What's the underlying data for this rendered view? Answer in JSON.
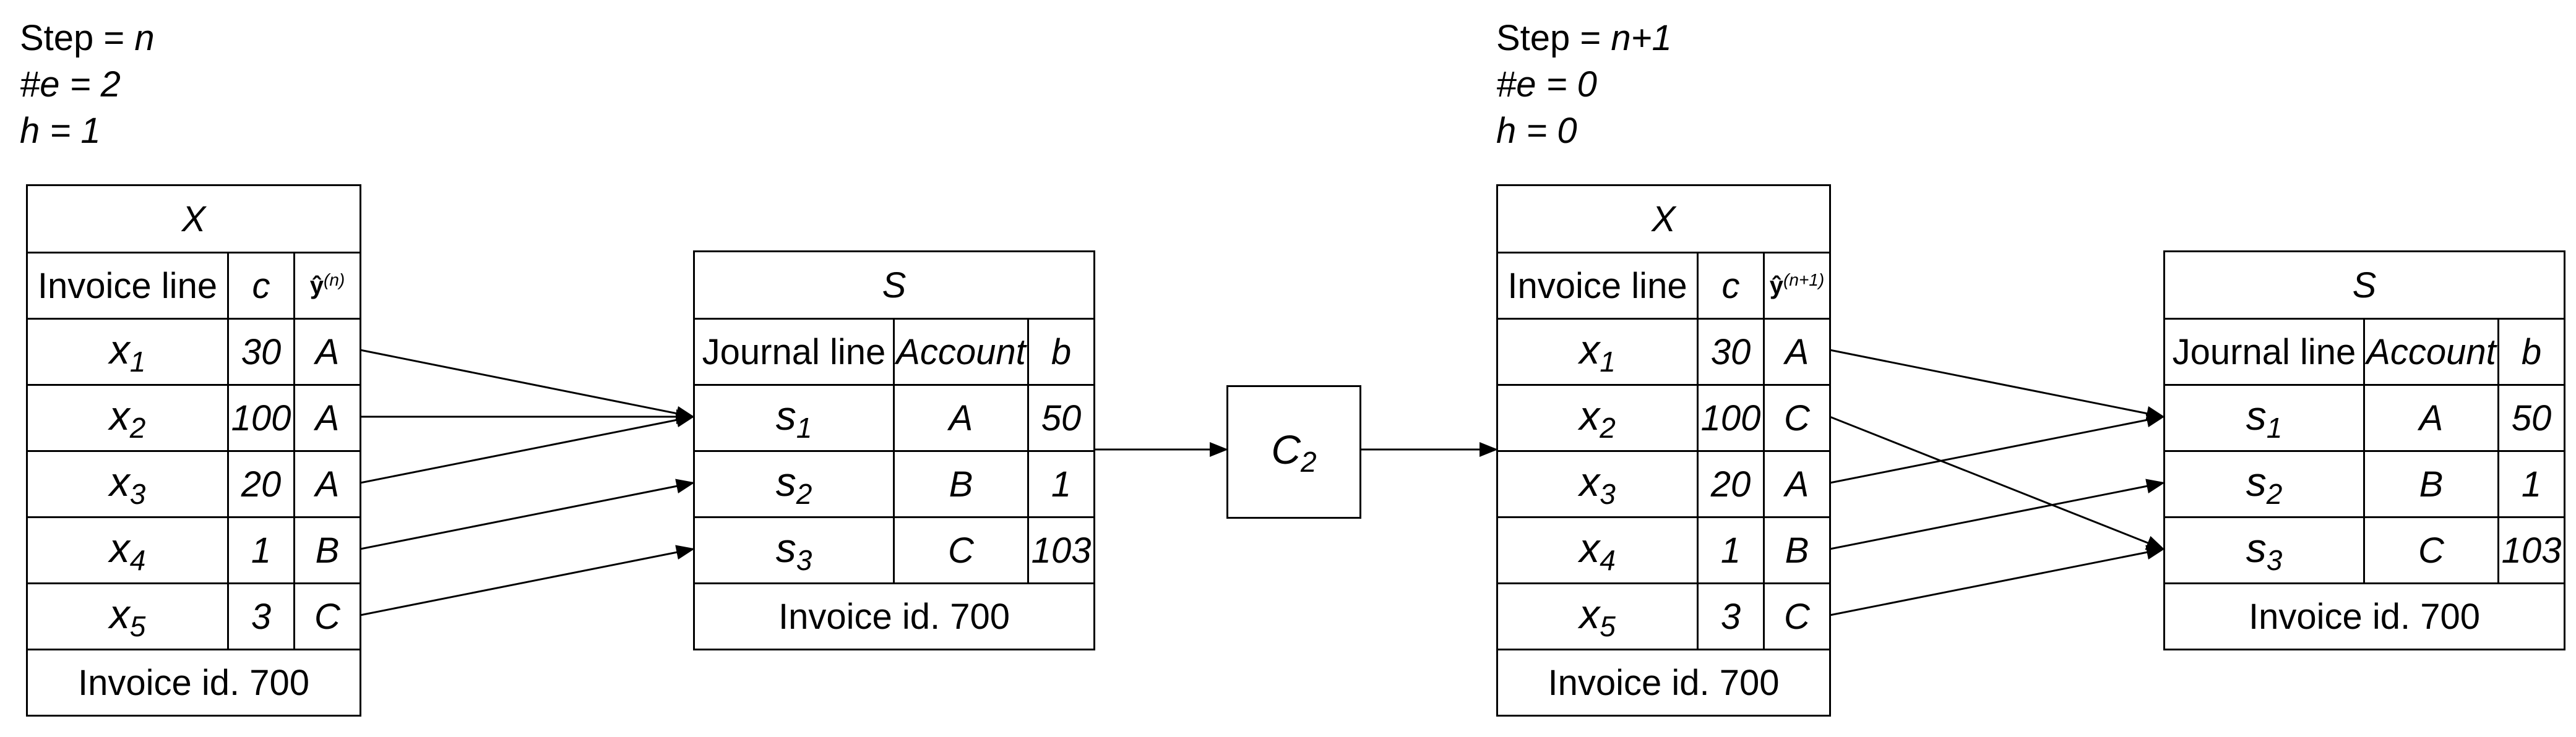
{
  "left_panel": {
    "step": {
      "label": "Step = ",
      "value": "n"
    },
    "errors": {
      "label": "#e",
      "value": " = 2"
    },
    "h": {
      "label": "h",
      "value": " = 1"
    },
    "x_table": {
      "title": "X",
      "headers": {
        "line": "Invoice line",
        "c": "c",
        "y": "ŷ",
        "y_sup": "(n)"
      },
      "rows": [
        {
          "var": "x",
          "sub": "1",
          "c": "30",
          "y": "A"
        },
        {
          "var": "x",
          "sub": "2",
          "c": "100",
          "y": "A"
        },
        {
          "var": "x",
          "sub": "3",
          "c": "20",
          "y": "A"
        },
        {
          "var": "x",
          "sub": "4",
          "c": "1",
          "y": "B"
        },
        {
          "var": "x",
          "sub": "5",
          "c": "3",
          "y": "C"
        }
      ],
      "footer": "Invoice id. 700"
    },
    "s_table": {
      "title": "S",
      "headers": {
        "line": "Journal line",
        "account": "Account",
        "b": "b"
      },
      "rows": [
        {
          "var": "s",
          "sub": "1",
          "account": "A",
          "b": "50"
        },
        {
          "var": "s",
          "sub": "2",
          "account": "B",
          "b": "1"
        },
        {
          "var": "s",
          "sub": "3",
          "account": "C",
          "b": "103"
        }
      ],
      "footer": "Invoice id. 700"
    }
  },
  "center_node": {
    "label": "C",
    "sub": "2"
  },
  "right_panel": {
    "step": {
      "label": "Step = ",
      "value": "n+1"
    },
    "errors": {
      "label": "#e",
      "value": " = 0"
    },
    "h": {
      "label": "h",
      "value": " = 0"
    },
    "x_table": {
      "title": "X",
      "headers": {
        "line": "Invoice line",
        "c": "c",
        "y": "ŷ",
        "y_sup": "(n+1)"
      },
      "rows": [
        {
          "var": "x",
          "sub": "1",
          "c": "30",
          "y": "A"
        },
        {
          "var": "x",
          "sub": "2",
          "c": "100",
          "y": "C"
        },
        {
          "var": "x",
          "sub": "3",
          "c": "20",
          "y": "A"
        },
        {
          "var": "x",
          "sub": "4",
          "c": "1",
          "y": "B"
        },
        {
          "var": "x",
          "sub": "5",
          "c": "3",
          "y": "C"
        }
      ],
      "footer": "Invoice id. 700"
    },
    "s_table": {
      "title": "S",
      "headers": {
        "line": "Journal line",
        "account": "Account",
        "b": "b"
      },
      "rows": [
        {
          "var": "s",
          "sub": "1",
          "account": "A",
          "b": "50"
        },
        {
          "var": "s",
          "sub": "2",
          "account": "B",
          "b": "1"
        },
        {
          "var": "s",
          "sub": "3",
          "account": "C",
          "b": "103"
        }
      ],
      "footer": "Invoice id. 700"
    }
  },
  "edges": {
    "left": [
      {
        "from": "x1",
        "to": "s1"
      },
      {
        "from": "x2",
        "to": "s1"
      },
      {
        "from": "x3",
        "to": "s1"
      },
      {
        "from": "x4",
        "to": "s2"
      },
      {
        "from": "x5",
        "to": "s3"
      }
    ],
    "right": [
      {
        "from": "x1",
        "to": "s1"
      },
      {
        "from": "x2",
        "to": "s3"
      },
      {
        "from": "x3",
        "to": "s1"
      },
      {
        "from": "x4",
        "to": "s2"
      },
      {
        "from": "x5",
        "to": "s3"
      }
    ],
    "flow": [
      {
        "from": "left-s-table",
        "to": "c2-node"
      },
      {
        "from": "c2-node",
        "to": "right-x-table"
      }
    ]
  }
}
